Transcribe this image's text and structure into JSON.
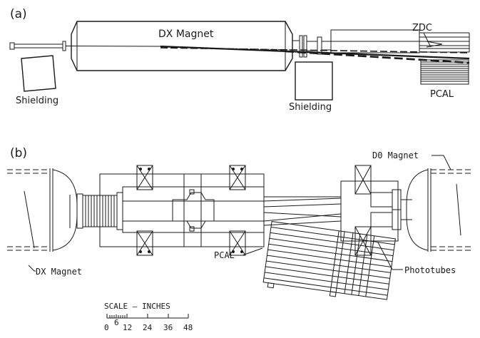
{
  "panel_a": {
    "tag": "(a)",
    "dx_magnet": "DX Magnet",
    "zdc": "ZDC",
    "shielding_left": "Shielding",
    "shielding_right": "Shielding",
    "pcal": "PCAL"
  },
  "panel_b": {
    "tag": "(b)",
    "d0_magnet": "D0 Magnet",
    "dx_magnet": "DX Magnet",
    "pcal": "PCAL",
    "phototubes": "Phototubes"
  },
  "scale": {
    "title": "SCALE  –  INCHES",
    "ticks": [
      "0",
      "6",
      "12",
      "24",
      "36",
      "48"
    ]
  }
}
